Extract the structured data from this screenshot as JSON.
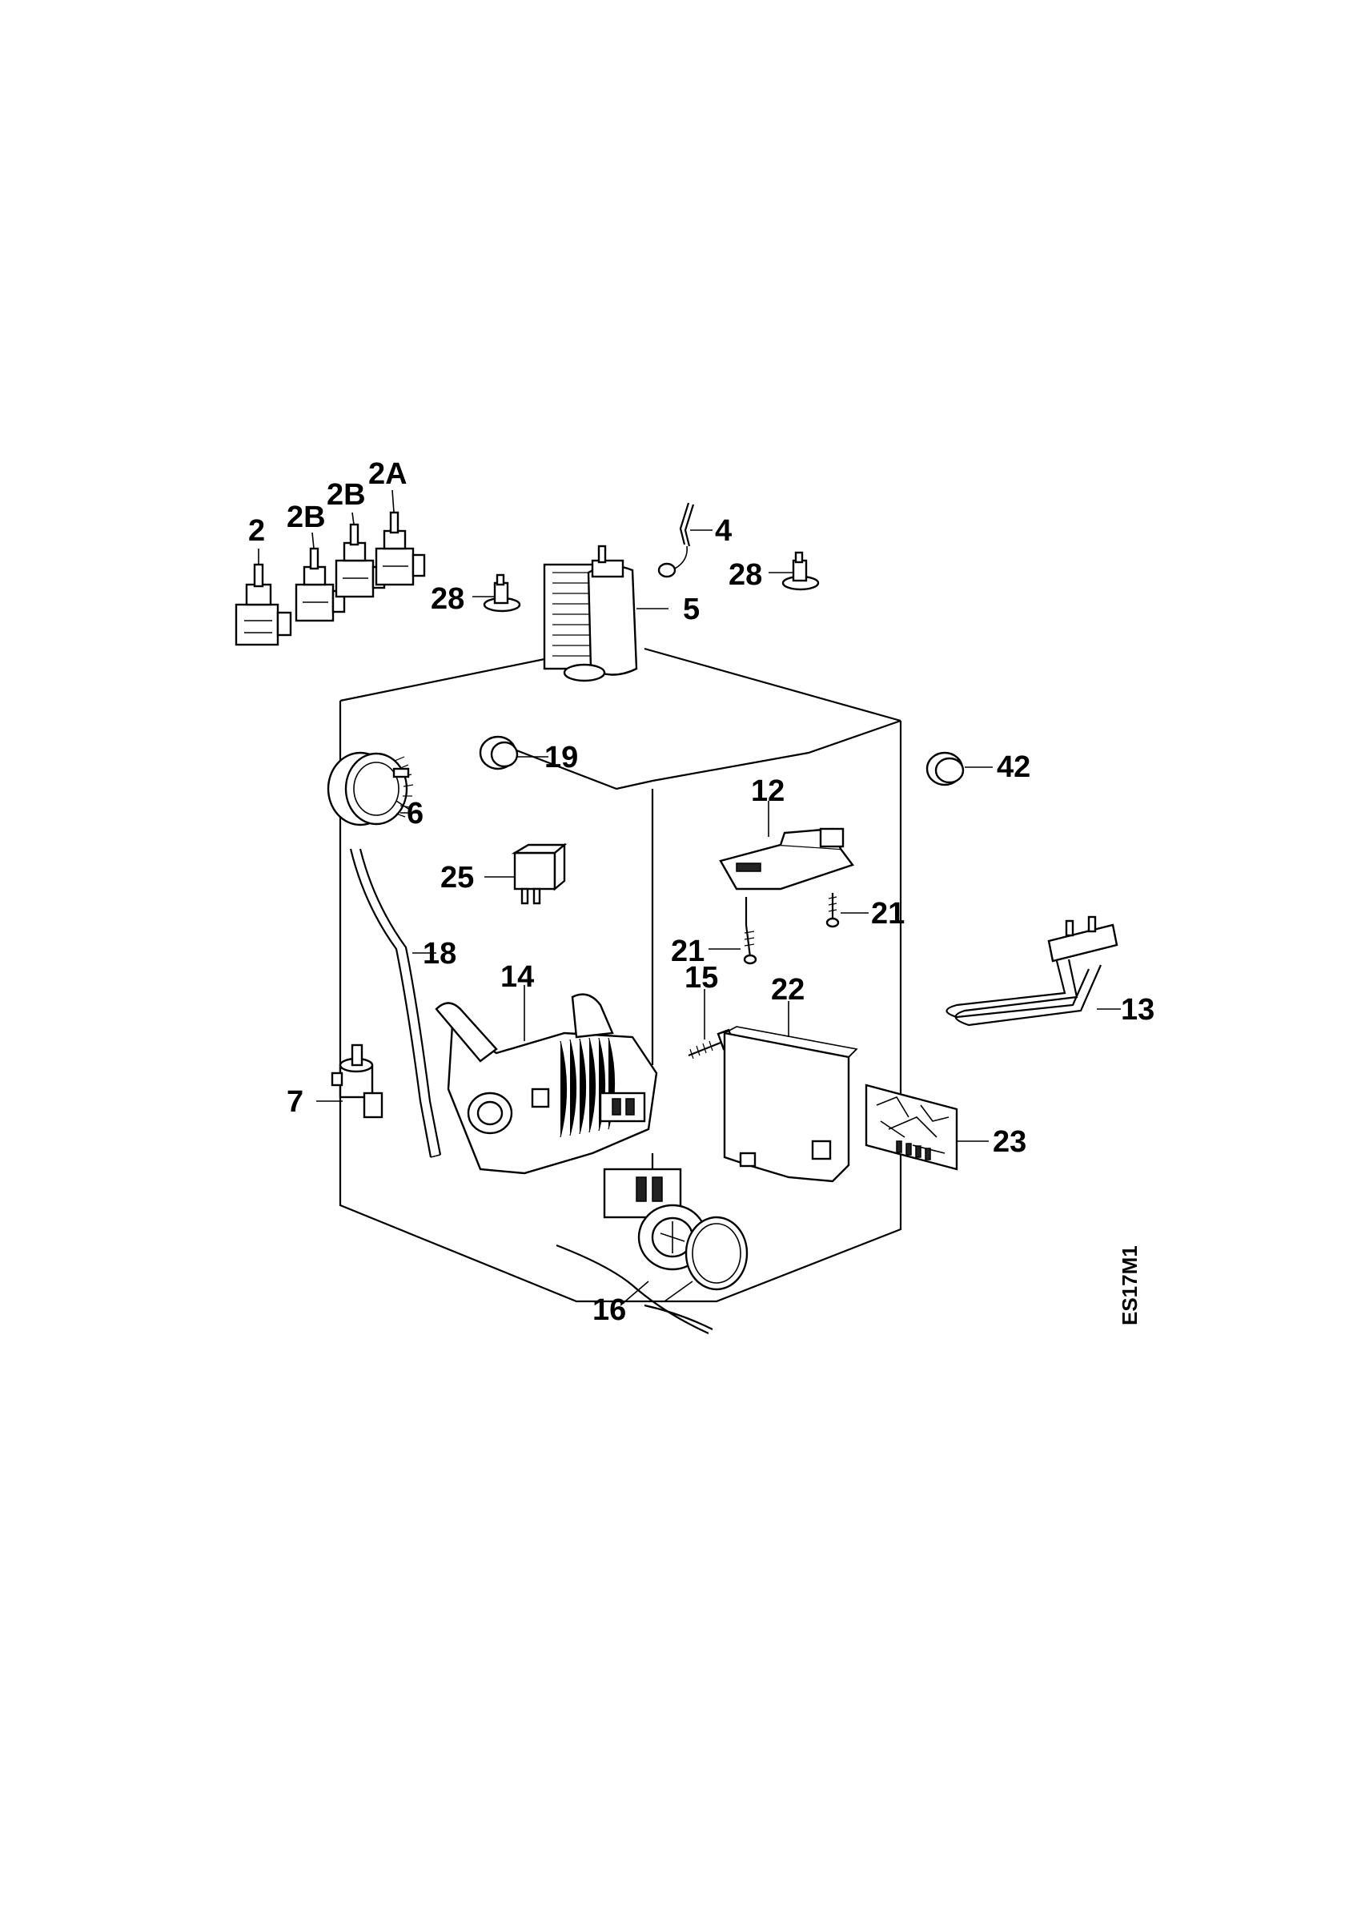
{
  "diagram": {
    "drawing_code": "ES17M1",
    "labels": {
      "p2": "2",
      "p2b_left": "2B",
      "p2b_right": "2B",
      "p2a": "2A",
      "p4": "4",
      "p5": "5",
      "p28_left": "28",
      "p28_right": "28",
      "p19": "19",
      "p42": "42",
      "p6": "6",
      "p25": "25",
      "p12": "12",
      "p21_right": "21",
      "p21_left": "21",
      "p18": "18",
      "p13": "13",
      "p14": "14",
      "p15": "15",
      "p22": "22",
      "p7": "7",
      "p23": "23",
      "p16": "16"
    }
  }
}
